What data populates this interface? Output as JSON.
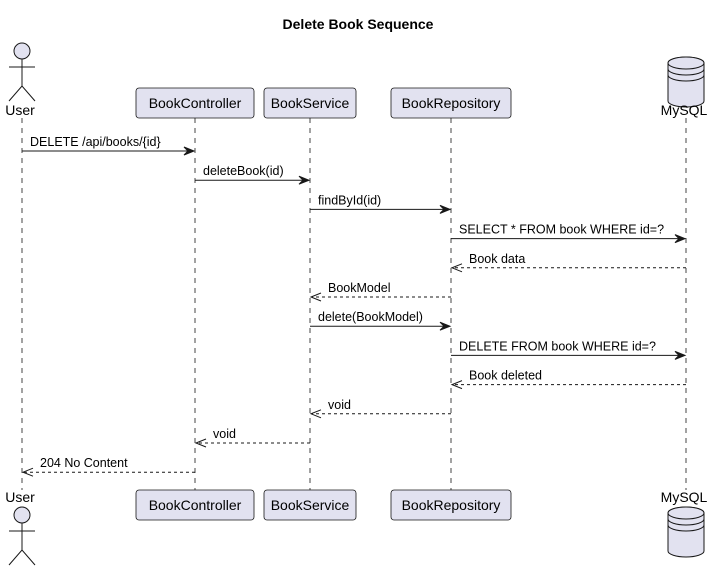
{
  "title": "Delete Book Sequence",
  "colors": {
    "participant_fill": "#e2e2f0",
    "line": "#181818",
    "text": "#000000",
    "background": "#ffffff"
  },
  "participants": [
    {
      "id": "user",
      "label": "User",
      "kind": "actor"
    },
    {
      "id": "bookcontroller",
      "label": "BookController",
      "kind": "participant"
    },
    {
      "id": "bookservice",
      "label": "BookService",
      "kind": "participant"
    },
    {
      "id": "bookrepository",
      "label": "BookRepository",
      "kind": "participant"
    },
    {
      "id": "mysql",
      "label": "MySQL",
      "kind": "database"
    }
  ],
  "messages": [
    {
      "from": "user",
      "to": "bookcontroller",
      "label": "DELETE /api/books/{id}",
      "type": "sync"
    },
    {
      "from": "bookcontroller",
      "to": "bookservice",
      "label": "deleteBook(id)",
      "type": "sync"
    },
    {
      "from": "bookservice",
      "to": "bookrepository",
      "label": "findById(id)",
      "type": "sync"
    },
    {
      "from": "bookrepository",
      "to": "mysql",
      "label": "SELECT * FROM book WHERE id=?",
      "type": "sync"
    },
    {
      "from": "mysql",
      "to": "bookrepository",
      "label": "Book data",
      "type": "reply"
    },
    {
      "from": "bookrepository",
      "to": "bookservice",
      "label": "BookModel",
      "type": "reply"
    },
    {
      "from": "bookservice",
      "to": "bookrepository",
      "label": "delete(BookModel)",
      "type": "sync"
    },
    {
      "from": "bookrepository",
      "to": "mysql",
      "label": "DELETE FROM book WHERE id=?",
      "type": "sync"
    },
    {
      "from": "mysql",
      "to": "bookrepository",
      "label": "Book deleted",
      "type": "reply"
    },
    {
      "from": "bookrepository",
      "to": "bookservice",
      "label": "void",
      "type": "reply"
    },
    {
      "from": "bookservice",
      "to": "bookcontroller",
      "label": "void",
      "type": "reply"
    },
    {
      "from": "bookcontroller",
      "to": "user",
      "label": "204 No Content",
      "type": "reply"
    }
  ]
}
